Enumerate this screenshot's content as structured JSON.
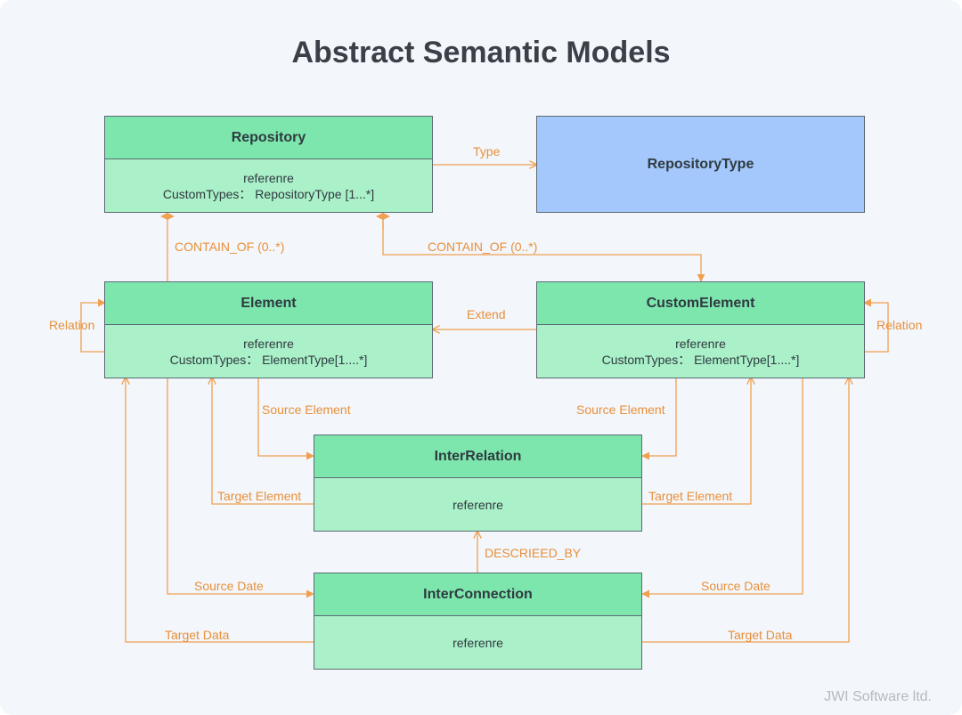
{
  "title": "Abstract Semantic Models",
  "brand": "JWI Software ltd.",
  "colors": {
    "node_header": "#7de6ad",
    "node_body": "#aaf0c8",
    "type_node": "#a4c8fb",
    "connector": "#f0a050",
    "connector_label": "#e8903a"
  },
  "nodes": {
    "repository": {
      "name": "Repository",
      "attr1": "referenre",
      "attr2": "CustomTypes： RepositoryType [1...*]"
    },
    "repository_type": {
      "name": "RepositoryType"
    },
    "element": {
      "name": "Element",
      "attr1": "referenre",
      "attr2": "CustomTypes： ElementType[1....*]"
    },
    "custom_element": {
      "name": "CustomElement",
      "attr1": "referenre",
      "attr2": "CustomTypes： ElementType[1....*]"
    },
    "inter_relation": {
      "name": "InterRelation",
      "attr1": "referenre"
    },
    "inter_connection": {
      "name": "InterConnection",
      "attr1": "referenre"
    }
  },
  "edges": {
    "type": "Type",
    "contain_element": "CONTAIN_OF (0..*)",
    "contain_custom": "CONTAIN_OF (0..*)",
    "extend": "Extend",
    "relation_left": "Relation",
    "relation_right": "Relation",
    "source_element_left": "Source Element",
    "source_element_right": "Source Element",
    "target_element_left": "Target Element",
    "target_element_right": "Target Element",
    "descried_by": "DESCRIEED_BY",
    "source_date_left": "Source Date",
    "source_date_right": "Source Date",
    "target_data_left": "Target Data",
    "target_data_right": "Target Data"
  }
}
